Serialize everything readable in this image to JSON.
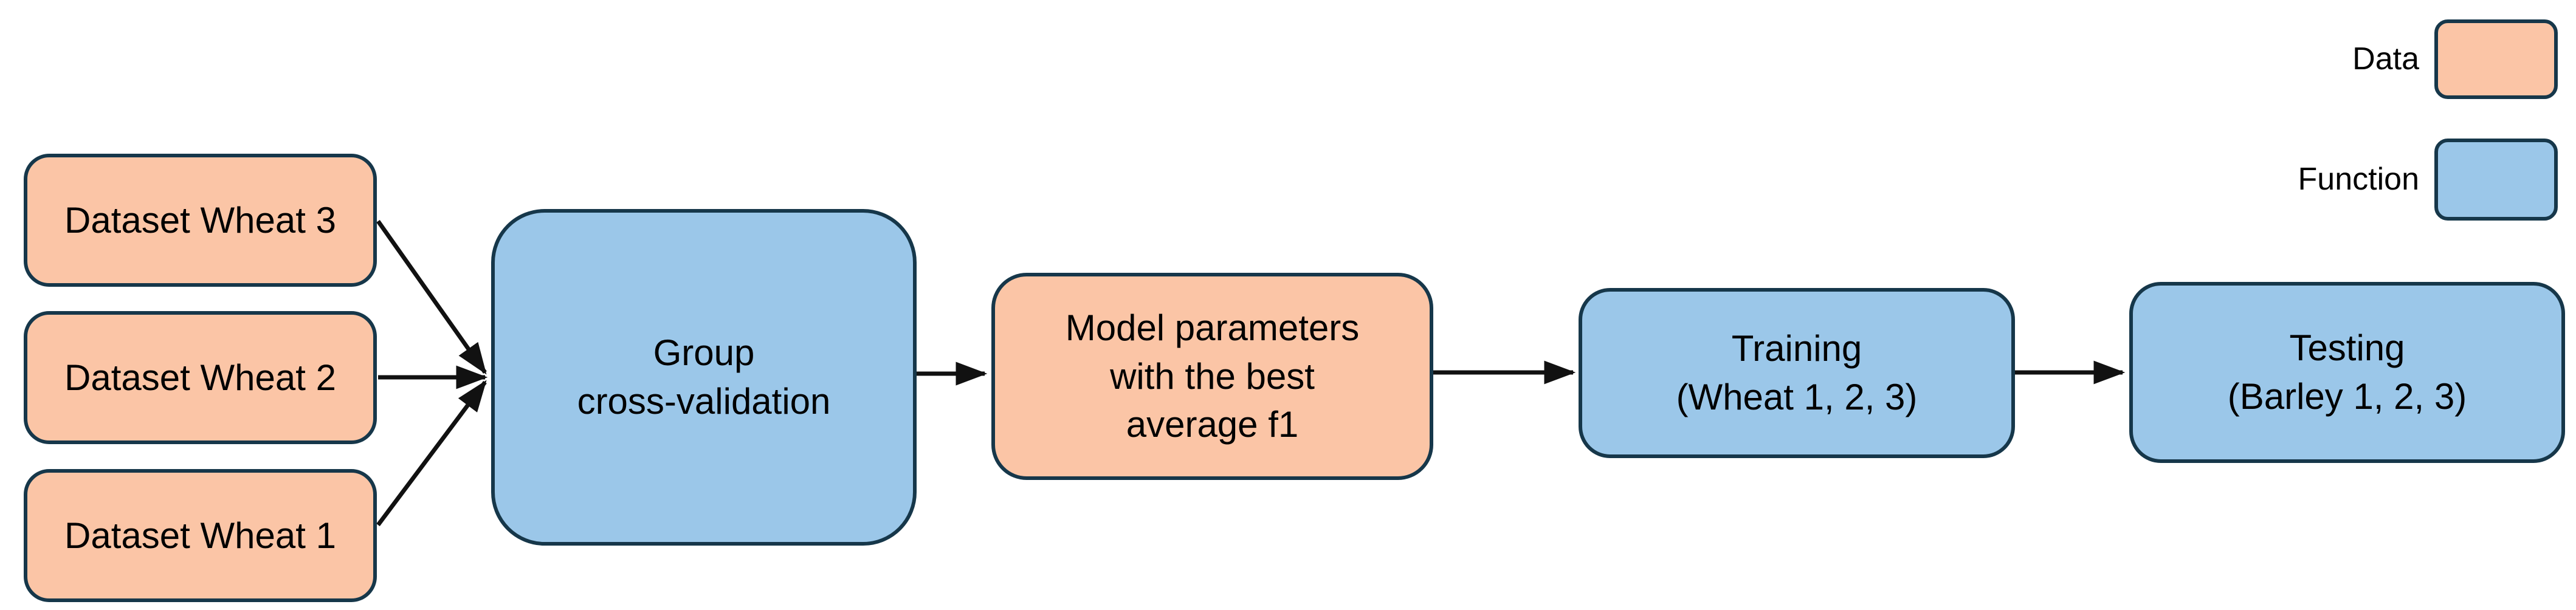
{
  "colors": {
    "data_fill": "#FBC5A6",
    "function_fill": "#9BC7E9",
    "border": "#16374A",
    "arrow": "#111111",
    "text": "#000000",
    "background": "#FFFFFF"
  },
  "nodes": {
    "dataset_wheat_3": {
      "label": "Dataset Wheat 3",
      "type": "Data"
    },
    "dataset_wheat_2": {
      "label": "Dataset Wheat 2",
      "type": "Data"
    },
    "dataset_wheat_1": {
      "label": "Dataset Wheat 1",
      "type": "Data"
    },
    "group_cross_validation": {
      "line1": "Group",
      "line2": "cross-validation",
      "type": "Function"
    },
    "model_parameters": {
      "line1": "Model parameters",
      "line2": "with the best",
      "line3": "average f1",
      "type": "Data"
    },
    "training": {
      "line1": "Training",
      "line2": "(Wheat 1, 2, 3)",
      "type": "Function"
    },
    "testing": {
      "line1": "Testing",
      "line2": "(Barley 1, 2, 3)",
      "type": "Function"
    }
  },
  "edges": [
    {
      "from": "dataset_wheat_3",
      "to": "group_cross_validation"
    },
    {
      "from": "dataset_wheat_2",
      "to": "group_cross_validation"
    },
    {
      "from": "dataset_wheat_1",
      "to": "group_cross_validation"
    },
    {
      "from": "group_cross_validation",
      "to": "model_parameters"
    },
    {
      "from": "model_parameters",
      "to": "training"
    },
    {
      "from": "training",
      "to": "testing"
    }
  ],
  "legend": {
    "data_label": "Data",
    "function_label": "Function"
  }
}
